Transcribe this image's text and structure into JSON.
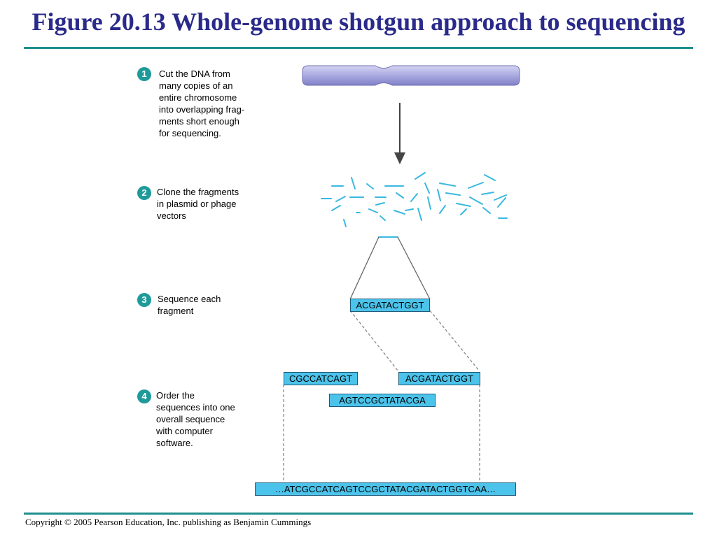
{
  "title": "Figure 20.13 Whole-genome shotgun approach to sequencing",
  "steps": [
    {
      "number": "1",
      "text": "Cut the DNA from\nmany copies of an\nentire chromosome\ninto overlapping frag-\nments short enough\nfor sequencing."
    },
    {
      "number": "2",
      "text": "Clone the fragments\nin plasmid or phage\nvectors"
    },
    {
      "number": "3",
      "text": "Sequence each\nfragment"
    },
    {
      "number": "4",
      "text": "Order the\nsequences into one\noverall sequence\nwith computer\nsoftware."
    }
  ],
  "sequences": {
    "fragment": "ACGATACTGGT",
    "left": "CGCCATCAGT",
    "right": "ACGATACTGGT",
    "middle": "AGTCCGCTATACGA",
    "overall": "…ATCGCCATCAGTCCGCTATACGATACTGGTCAA…"
  },
  "footer": "Copyright © 2005 Pearson Education, Inc. publishing as Benjamin Cummings",
  "colors": {
    "title": "#2a2a8a",
    "rule": "#1f8f8f",
    "step_badge": "#1f9a9a",
    "fragment": "#3ab8e0",
    "sequence_box": "#4cc3ea",
    "chromosome": "#a9a9e0"
  }
}
